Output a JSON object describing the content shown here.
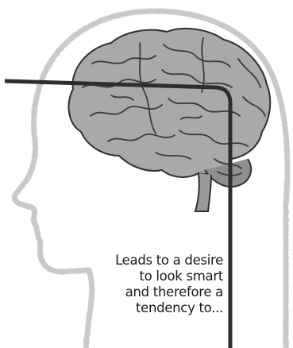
{
  "caption": {
    "lines": [
      "Leads to a desire",
      "to look smart",
      "and therefore a",
      "tendency to..."
    ]
  },
  "colors": {
    "head_outline": "#c9c9c9",
    "brain_fill": "#a9a9a9",
    "brain_folds": "#3a3a3a",
    "bracket_line": "#2e2e2e",
    "text": "#1a1a1a"
  },
  "icons": {
    "head": "head-profile-icon",
    "brain": "brain-icon"
  }
}
